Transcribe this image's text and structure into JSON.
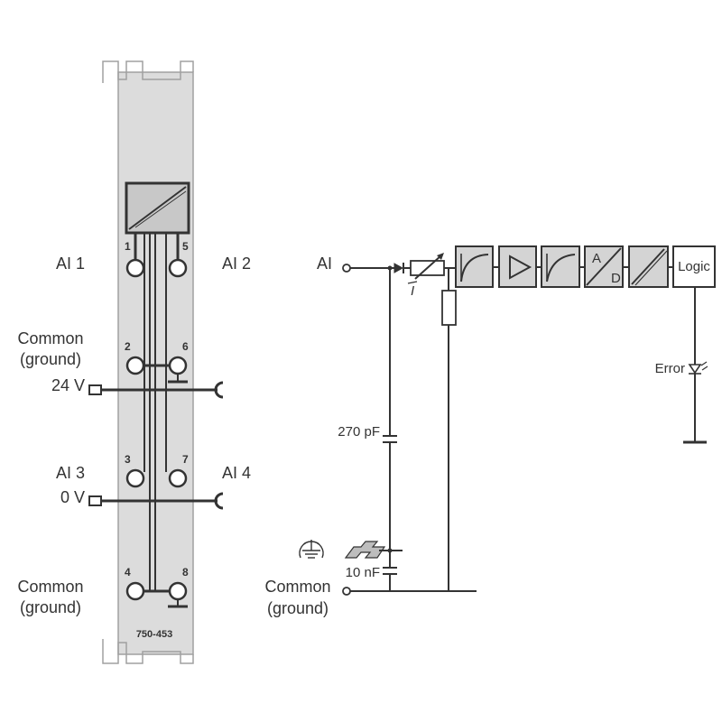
{
  "colors": {
    "line": "#333333",
    "module_body": "#dcdcdc",
    "block_fill": "#d4d4d4"
  },
  "module": {
    "part_number": "750-453",
    "terminal_numbers": {
      "t1": "1",
      "t2": "2",
      "t3": "3",
      "t4": "4",
      "t5": "5",
      "t6": "6",
      "t7": "7",
      "t8": "8"
    }
  },
  "labels": {
    "ai1": "AI 1",
    "ai2": "AI 2",
    "ai3": "AI 3",
    "ai4": "AI 4",
    "common_top_line1": "Common",
    "common_top_line2": "(ground)",
    "v24": "24 V",
    "v0": "0 V",
    "common_bottom_line1": "Common",
    "common_bottom_line2": "(ground)"
  },
  "schematic": {
    "input": "AI",
    "current": "I",
    "cap_270": "270 pF",
    "cap_10": "10 nF",
    "adc_a": "A",
    "adc_d": "D",
    "logic": "Logic",
    "error": "Error",
    "common_line1": "Common",
    "common_line2": "(ground)"
  }
}
